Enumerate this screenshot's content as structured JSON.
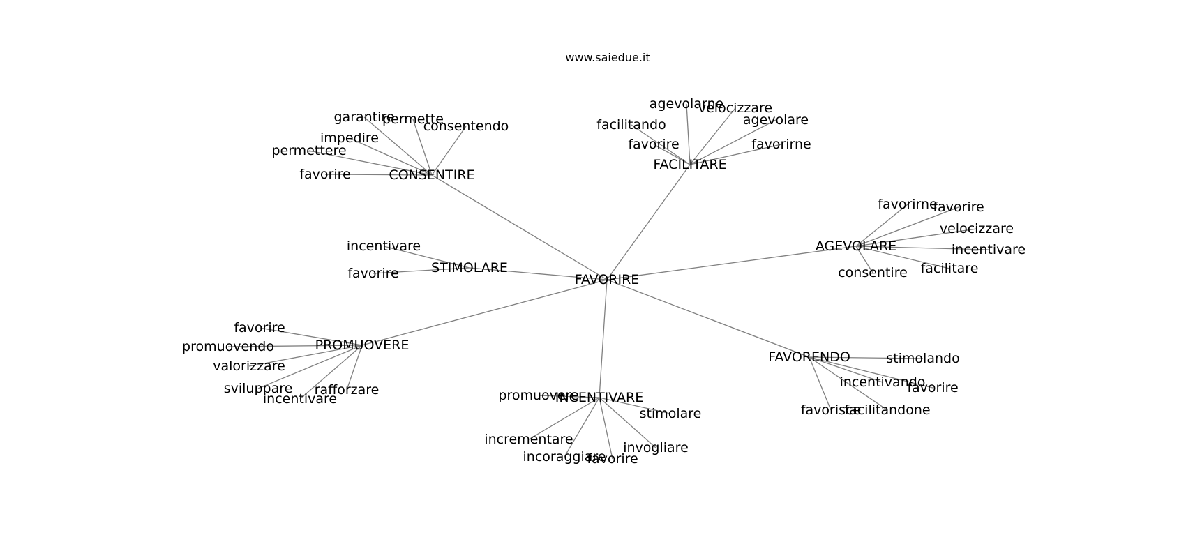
{
  "title": "www.saiedue.it",
  "graph": {
    "center": "FAVORIRE",
    "hubs": [
      {
        "label": "CONSENTIRE",
        "leaves": [
          "garantire",
          "permette",
          "consentendo",
          "impedire",
          "permettere",
          "favorire"
        ]
      },
      {
        "label": "FACILITARE",
        "leaves": [
          "agevolarne",
          "velocizzare",
          "agevolare",
          "facilitando",
          "favorire",
          "favorirne"
        ]
      },
      {
        "label": "AGEVOLARE",
        "leaves": [
          "favorirne",
          "favorire",
          "velocizzare",
          "incentivare",
          "facilitare",
          "consentire"
        ]
      },
      {
        "label": "STIMOLARE",
        "leaves": [
          "incentivare",
          "favorire"
        ]
      },
      {
        "label": "PROMUOVERE",
        "leaves": [
          "favorire",
          "promuovendo",
          "valorizzare",
          "sviluppare",
          "incentivare",
          "rafforzare"
        ]
      },
      {
        "label": "INCENTIVARE",
        "leaves": [
          "promuovere",
          "stimolare",
          "incrementare",
          "incoraggiare",
          "favorire",
          "invogliare"
        ]
      },
      {
        "label": "FAVORENDO",
        "leaves": [
          "stimolando",
          "incentivando",
          "favorire",
          "favorisce",
          "facilitandone"
        ]
      }
    ]
  }
}
